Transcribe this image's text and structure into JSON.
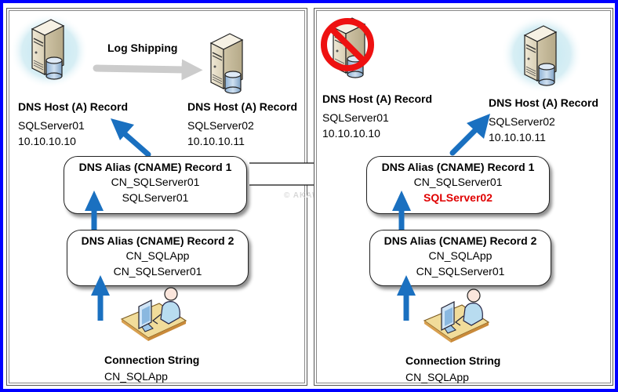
{
  "log_shipping_label": "Log Shipping",
  "watermark": "© AKAWN",
  "colors": {
    "border": "#0000ff",
    "arrow": "#1a70c0",
    "highlight": "#e00000",
    "glow": "#bfe6f0"
  },
  "before": {
    "primary_server": {
      "title": "DNS Host (A) Record",
      "name": "SQLServer01",
      "ip": "10.10.10.10",
      "icon": "database-server-icon",
      "state": "active"
    },
    "secondary_server": {
      "title": "DNS Host (A) Record",
      "name": "SQLServer02",
      "ip": "10.10.10.11",
      "icon": "database-server-icon",
      "state": "standby"
    },
    "cname1": {
      "title": "DNS Alias (CNAME) Record 1",
      "alias": "CN_SQLServer01",
      "target": "SQLServer01"
    },
    "cname2": {
      "title": "DNS Alias (CNAME) Record 2",
      "alias": "CN_SQLApp",
      "target": "CN_SQLServer01"
    },
    "client": {
      "title": "Connection String",
      "value": "CN_SQLApp",
      "icon": "user-workstation-icon"
    }
  },
  "after": {
    "primary_server": {
      "title": "DNS Host (A) Record",
      "name": "SQLServer01",
      "ip": "10.10.10.10",
      "icon": "prohibited-server-icon",
      "state": "offline"
    },
    "secondary_server": {
      "title": "DNS Host (A) Record",
      "name": "SQLServer02",
      "ip": "10.10.10.11",
      "icon": "database-server-icon",
      "state": "active"
    },
    "cname1": {
      "title": "DNS Alias (CNAME) Record 1",
      "alias": "CN_SQLServer01",
      "target": "SQLServer02"
    },
    "cname2": {
      "title": "DNS Alias (CNAME) Record 2",
      "alias": "CN_SQLApp",
      "target": "CN_SQLServer01"
    },
    "client": {
      "title": "Connection String",
      "value": "CN_SQLApp",
      "icon": "user-workstation-icon"
    }
  }
}
